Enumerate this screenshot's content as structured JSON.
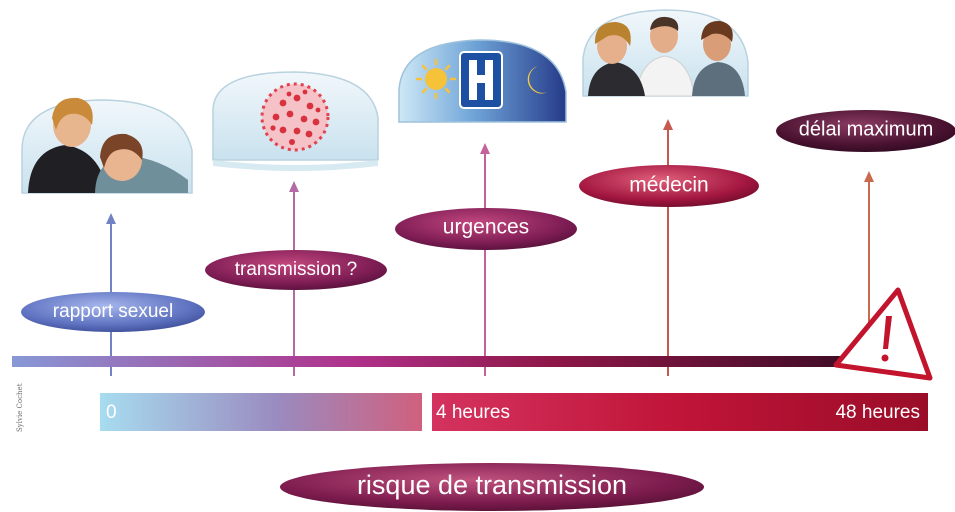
{
  "labels": {
    "rapport": "rapport sexuel",
    "transmission": "transmission ?",
    "urgences": "urgences",
    "medecin": "médecin",
    "delai": "délai maximum",
    "risque": "risque de transmission"
  },
  "bar": {
    "start": "0",
    "mid": "4 heures",
    "end": "48 heures"
  },
  "signature": "Sylvie Cochet",
  "icons": [
    "couple-illustration",
    "virus-illustration",
    "sun-icon",
    "hospital-h-icon",
    "moon-icon",
    "doctor-consultation-illustration",
    "warning-triangle-icon"
  ],
  "colors": {
    "timeline_start": "#7b8fcf",
    "timeline_mid": "#b0308a",
    "timeline_end": "#3a0f25",
    "risk_light": "#9fd3ea",
    "risk_dark": "#b8163a",
    "label_purple": "#7b1f55",
    "label_blue": "#4f63b3",
    "warning_red": "#c2142d"
  }
}
